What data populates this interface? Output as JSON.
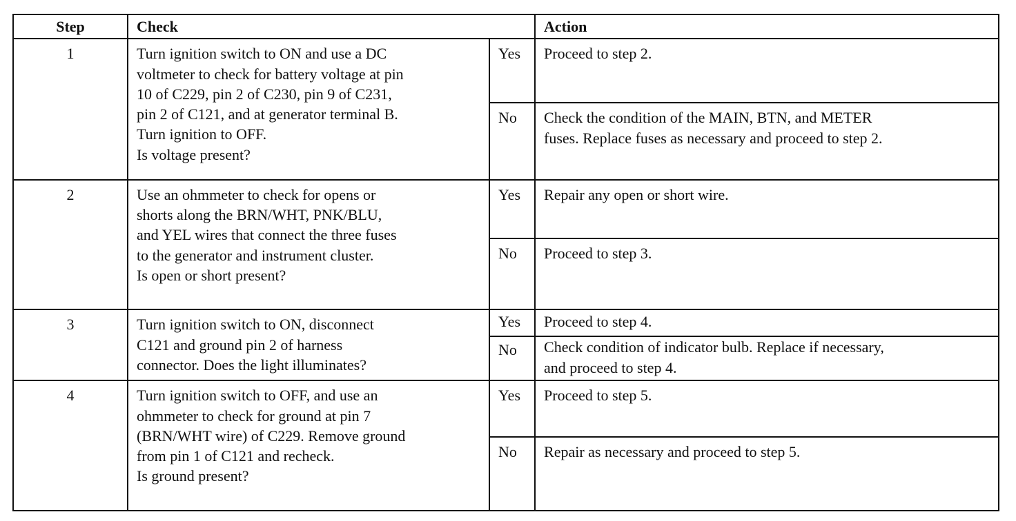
{
  "headers": {
    "step": "Step",
    "check": "Check",
    "action": "Action"
  },
  "rows": [
    {
      "step": "1",
      "check": [
        "Turn ignition switch to ON and use a DC",
        "voltmeter to check for battery voltage at  pin",
        "10 of C229, pin 2 of C230, pin 9 of C231,",
        "pin 2 of C121, and at generator terminal B.",
        "Turn ignition to OFF.",
        "Is voltage present?"
      ],
      "yes_label": "Yes",
      "yes_action": [
        "Proceed to step 2."
      ],
      "no_label": "No",
      "no_action": [
        "Check the condition of the MAIN, BTN, and METER",
        "fuses. Replace fuses as necessary and proceed to step 2."
      ]
    },
    {
      "step": "2",
      "check": [
        "Use an ohmmeter to check for opens or",
        "shorts along the BRN/WHT, PNK/BLU,",
        "and YEL wires that connect the three fuses",
        "to the generator and instrument cluster.",
        "Is open or short present?"
      ],
      "yes_label": "Yes",
      "yes_action": [
        "Repair any open or short wire."
      ],
      "no_label": "No",
      "no_action": [
        "Proceed to step 3."
      ]
    },
    {
      "step": "3",
      "check": [
        "Turn ignition switch to ON, disconnect",
        "C121 and ground pin 2 of harness",
        "connector. Does the light illuminates?"
      ],
      "yes_label": "Yes",
      "yes_action": [
        "Proceed to step 4."
      ],
      "no_label": "No",
      "no_action": [
        "Check condition of indicator bulb. Replace if necessary,",
        "and proceed to step 4."
      ]
    },
    {
      "step": "4",
      "check": [
        "Turn ignition switch to OFF, and use an",
        "ohmmeter to check for ground at pin 7",
        "(BRN/WHT wire) of C229. Remove ground",
        "from pin 1 of C121 and recheck.",
        "Is ground present?"
      ],
      "yes_label": "Yes",
      "yes_action": [
        "Proceed to step 5."
      ],
      "no_label": "No",
      "no_action": [
        "Repair as necessary and proceed to step 5."
      ]
    }
  ]
}
